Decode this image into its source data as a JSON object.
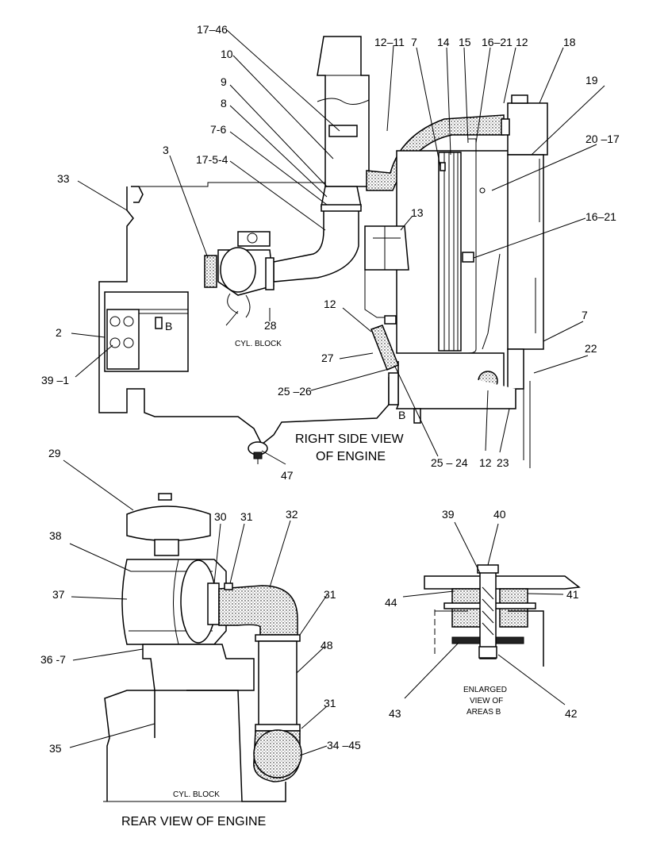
{
  "right_view": {
    "caption_line1": "RIGHT SIDE VIEW",
    "caption_line2": "OF ENGINE",
    "cyl_block": "CYL. BLOCK",
    "area_b1": "B",
    "area_b2": "B",
    "labels": {
      "l17_46": "17–46",
      "l10": "10",
      "l9": "9",
      "l8": "8",
      "l7_6": "7-6",
      "l17_5_4": "17-5-4",
      "l3": "3",
      "l33": "33",
      "l12_11": "12–11",
      "l7a": "7",
      "l14": "14",
      "l15": "15",
      "l16_21a": "16–21",
      "l12a": "12",
      "l18": "18",
      "l19": "19",
      "l20_17": "20 –17",
      "l13": "13",
      "l16_21b": "16–21",
      "l12b": "12",
      "l7b": "7",
      "l22": "22",
      "l28": "28",
      "l2": "2",
      "l39_1": "39  –1",
      "l27": "27",
      "l25_26": "25  –26",
      "l25_24": "25  – 24",
      "l12c": "12",
      "l23": "23",
      "l47": "47"
    }
  },
  "rear_view": {
    "caption": "REAR VIEW OF ENGINE",
    "cyl_block": "CYL. BLOCK",
    "labels": {
      "l29": "29",
      "l30": "30",
      "l31a": "31",
      "l32": "32",
      "l38": "38",
      "l37": "37",
      "l31b": "31",
      "l36_7": "36 -7",
      "l48": "48",
      "l31c": "31",
      "l35": "35",
      "l34_45": "34 –45"
    }
  },
  "enlarged_view": {
    "caption_line1": "ENLARGED",
    "caption_line2": "VIEW OF",
    "caption_line3": "AREAS B",
    "labels": {
      "l39": "39",
      "l40": "40",
      "l44": "44",
      "l41": "41",
      "l43": "43",
      "l42": "42"
    }
  }
}
